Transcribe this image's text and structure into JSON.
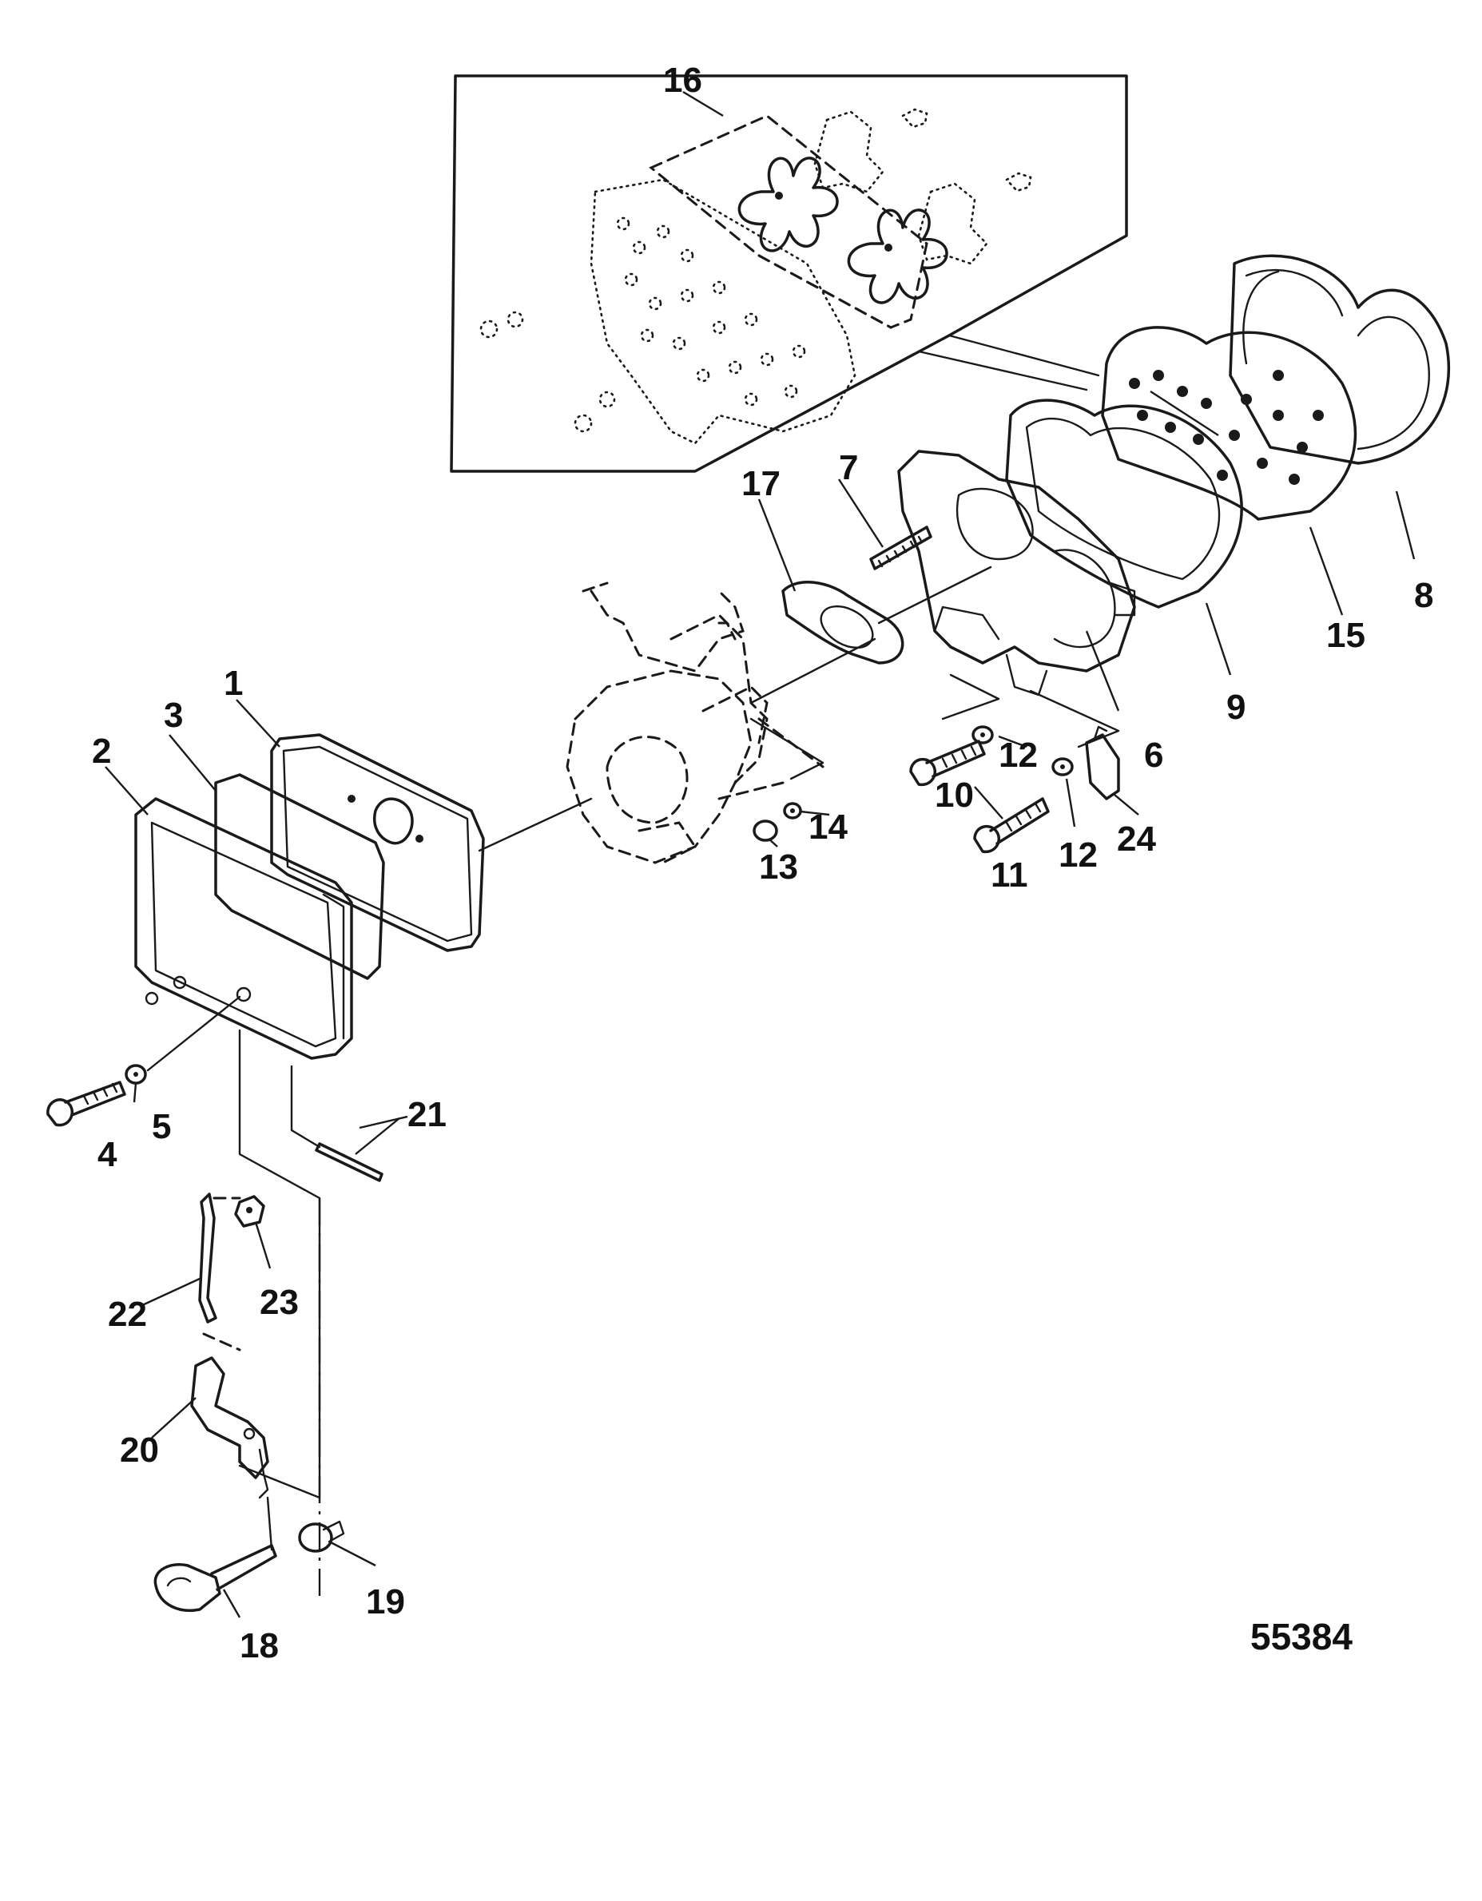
{
  "diagram": {
    "document_number": "55384",
    "callouts": [
      {
        "id": "1",
        "label": "1"
      },
      {
        "id": "2",
        "label": "2"
      },
      {
        "id": "3",
        "label": "3"
      },
      {
        "id": "4",
        "label": "4"
      },
      {
        "id": "5",
        "label": "5"
      },
      {
        "id": "6",
        "label": "6"
      },
      {
        "id": "7",
        "label": "7"
      },
      {
        "id": "8",
        "label": "8"
      },
      {
        "id": "9",
        "label": "9"
      },
      {
        "id": "10",
        "label": "10"
      },
      {
        "id": "11",
        "label": "11"
      },
      {
        "id": "12a",
        "label": "12"
      },
      {
        "id": "12b",
        "label": "12"
      },
      {
        "id": "13",
        "label": "13"
      },
      {
        "id": "14",
        "label": "14"
      },
      {
        "id": "15",
        "label": "15"
      },
      {
        "id": "16",
        "label": "16"
      },
      {
        "id": "17",
        "label": "17"
      },
      {
        "id": "18",
        "label": "18"
      },
      {
        "id": "19",
        "label": "19"
      },
      {
        "id": "20",
        "label": "20"
      },
      {
        "id": "21",
        "label": "21"
      },
      {
        "id": "22",
        "label": "22"
      },
      {
        "id": "23",
        "label": "23"
      },
      {
        "id": "24",
        "label": "24"
      }
    ]
  }
}
